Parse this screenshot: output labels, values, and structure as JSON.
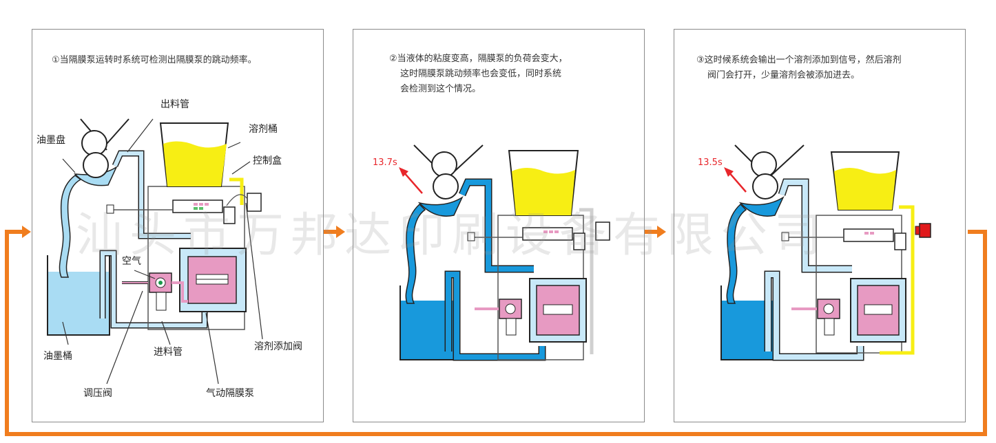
{
  "panels": [
    {
      "caption_lines": [
        "①当隔膜泵运转时系统可检测出隔膜泵的跳动频率。"
      ],
      "labels": {
        "outlet_pipe": "出料管",
        "ink_tray": "油墨盘",
        "solvent_tank": "溶剂桶",
        "control_box": "控制盒",
        "air": "空气",
        "ink_tank": "油墨桶",
        "inlet_pipe": "进料管",
        "solvent_valve": "溶剂添加阀",
        "pressure_valve": "调压阀",
        "pump": "气动隔膜泵"
      }
    },
    {
      "caption_lines": [
        "②当液体的粘度变高，隔膜泵的负荷会变大，",
        "这时隔膜泵跳动频率也会变低，同时系统",
        "会检测到这个情况。"
      ],
      "time": "13.7s"
    },
    {
      "caption_lines": [
        "③这时候系统会输出一个溶剂添加到信号，然后溶剂",
        "阀门会打开，少量溶剂会被添加进去。"
      ],
      "time": "13.5s"
    }
  ],
  "watermark": "汕头市万邦达印刷设备有限公司",
  "colors": {
    "flow_arrow": "#f07d1e",
    "ink_light": "#a9dcf3",
    "ink_dark": "#1899dc",
    "pipe_blue": "#c8e8f8",
    "pump_pink": "#e79ac2",
    "solvent_yellow": "#f7ee14",
    "valve_red": "#e0191b",
    "time_red": "#e8262b"
  }
}
